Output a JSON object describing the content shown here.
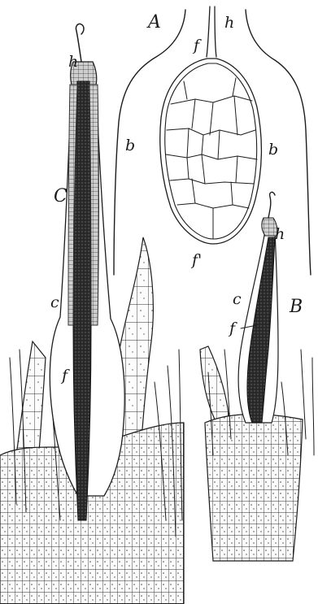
{
  "figure": {
    "panel_labels": {
      "A": "A",
      "B": "B",
      "C": "C"
    },
    "part_labels": {
      "h_A": "h",
      "f_A": "f",
      "b_left": "b",
      "b_right": "b",
      "f_prime": "f'",
      "h_C": "h",
      "c_C": "c",
      "f_C": "f",
      "h_B": "h",
      "c_B": "c",
      "f_B": "f"
    }
  }
}
